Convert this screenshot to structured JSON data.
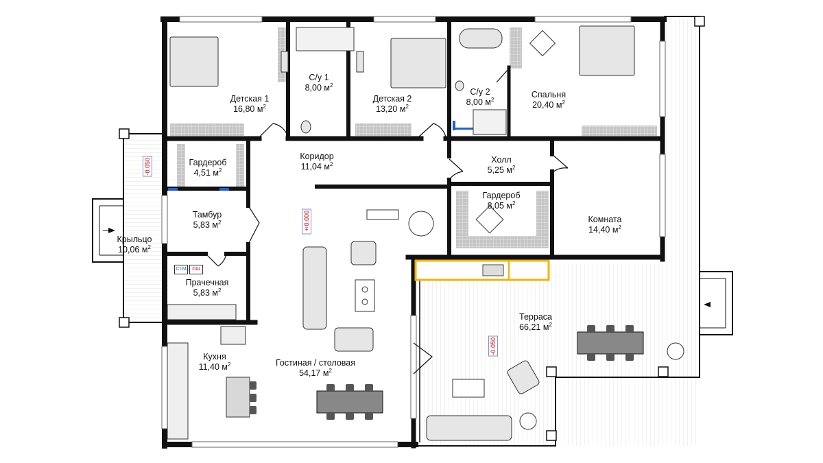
{
  "rooms": [
    {
      "id": "detskaya1",
      "name": "Детская 1",
      "area": "16,80 м",
      "unit_sup": "2"
    },
    {
      "id": "su1",
      "name": "С/у 1",
      "area": "8,00 м",
      "unit_sup": "2"
    },
    {
      "id": "detskaya2",
      "name": "Детская 2",
      "area": "13,20 м",
      "unit_sup": "2"
    },
    {
      "id": "su2",
      "name": "С/у 2",
      "area": "8,00 м",
      "unit_sup": "2"
    },
    {
      "id": "spalnya",
      "name": "Спальня",
      "area": "20,40 м",
      "unit_sup": "2"
    },
    {
      "id": "garderob1",
      "name": "Гардероб",
      "area": "4,51 м",
      "unit_sup": "2"
    },
    {
      "id": "koridor",
      "name": "Коридор",
      "area": "11,04 м",
      "unit_sup": "2"
    },
    {
      "id": "holl",
      "name": "Холл",
      "area": "5,25 м",
      "unit_sup": "2"
    },
    {
      "id": "garderob2",
      "name": "Гардероб",
      "area": "8,05 м",
      "unit_sup": "2"
    },
    {
      "id": "komnata",
      "name": "Комната",
      "area": "14,40 м",
      "unit_sup": "2"
    },
    {
      "id": "tambur",
      "name": "Тамбур",
      "area": "5,83 м",
      "unit_sup": "2"
    },
    {
      "id": "krylco",
      "name": "Крыльцо",
      "area": "10,06 м",
      "unit_sup": "2"
    },
    {
      "id": "prachechnaya",
      "name": "Прачечная",
      "area": "5,83 м",
      "unit_sup": "2"
    },
    {
      "id": "terrasa",
      "name": "Терраса",
      "area": "66,21 м",
      "unit_sup": "2"
    },
    {
      "id": "kuhnya",
      "name": "Кухня",
      "area": "11,40 м",
      "unit_sup": "2"
    },
    {
      "id": "gostinaya",
      "name": "Гостиная / столовая",
      "area": "54,17 м",
      "unit_sup": "2"
    }
  ],
  "levels": {
    "porch": "-0.050",
    "interior": "±0.000",
    "terrace": "-0.050"
  },
  "tags": {
    "washer": "Ст.М",
    "dryer": "СШ"
  },
  "colors": {
    "wall": "#111111",
    "hatch": "#cfcfcf",
    "furniture_fill": "#e6e6e6",
    "level_text": "#d40000",
    "window_accent": "#1f5fd6",
    "kitchen_counter": "#f0b400"
  }
}
